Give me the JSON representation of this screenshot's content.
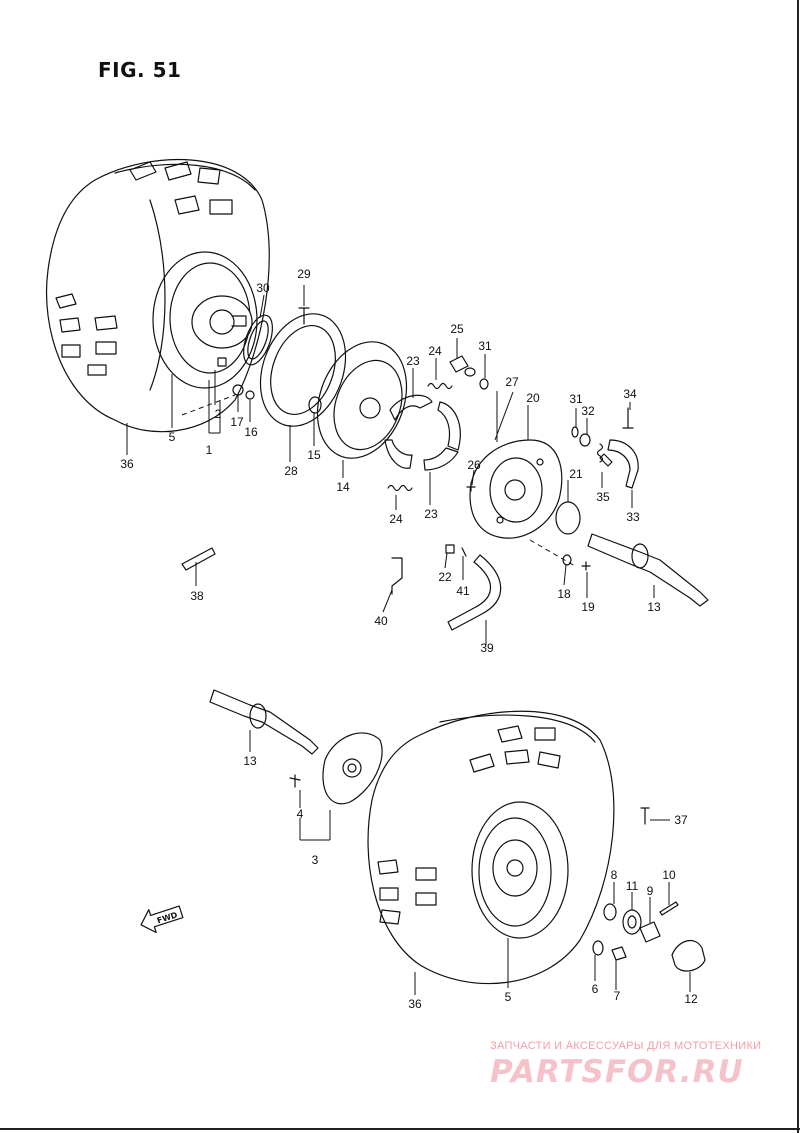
{
  "figure": {
    "title": "FIG. 51"
  },
  "fwd_badge": "FWD",
  "labels": {
    "p1": "1",
    "p2": "2",
    "p3": "3",
    "p4": "4",
    "p5a": "5",
    "p5b": "5",
    "p6": "6",
    "p7": "7",
    "p8": "8",
    "p9": "9",
    "p10": "10",
    "p11": "11",
    "p12": "12",
    "p13a": "13",
    "p13b": "13",
    "p14": "14",
    "p15": "15",
    "p16": "16",
    "p17": "17",
    "p18": "18",
    "p19": "19",
    "p20": "20",
    "p21": "21",
    "p22": "22",
    "p23a": "23",
    "p23b": "23",
    "p24a": "24",
    "p24b": "24",
    "p25": "25",
    "p26": "26",
    "p27": "27",
    "p28": "28",
    "p29": "29",
    "p30": "30",
    "p31a": "31",
    "p31b": "31",
    "p32": "32",
    "p33": "33",
    "p34": "34",
    "p35": "35",
    "p36a": "36",
    "p36b": "36",
    "p37": "37",
    "p38": "38",
    "p39": "39",
    "p40": "40",
    "p41": "41"
  },
  "watermark": {
    "caption": "ЗАПЧАСТИ И АКСЕССУАРЫ ДЛЯ МОТОТЕХНИКИ",
    "logo_text": "PARTSFOR.RU",
    "color": "#e8788a"
  }
}
